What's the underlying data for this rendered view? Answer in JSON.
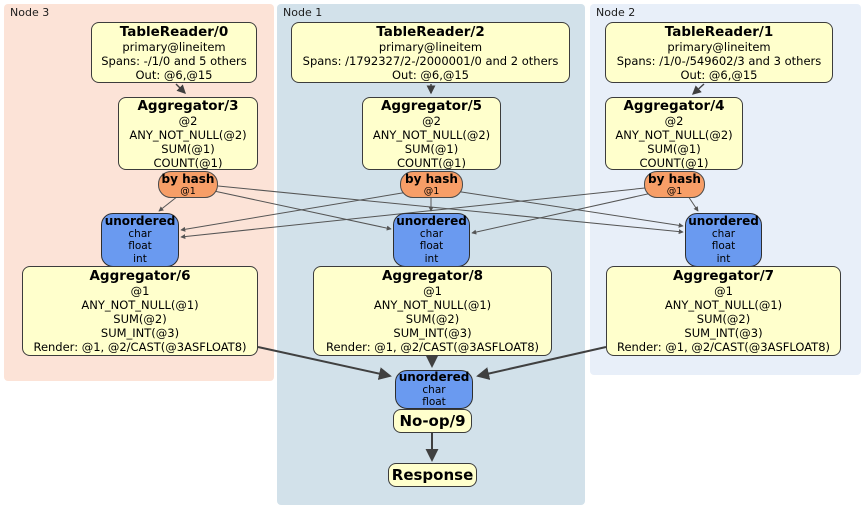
{
  "regions": {
    "node3": {
      "label": "Node 3"
    },
    "node1": {
      "label": "Node 1"
    },
    "node2": {
      "label": "Node 2"
    }
  },
  "processors": {
    "tablereader0": {
      "title": "TableReader/0",
      "line1": "primary@lineitem",
      "line2": "Spans: -/1/0 and 5 others",
      "line3": "Out: @6,@15"
    },
    "tablereader2": {
      "title": "TableReader/2",
      "line1": "primary@lineitem",
      "line2": "Spans: /1792327/2-/2000001/0 and 2 others",
      "line3": "Out: @6,@15"
    },
    "tablereader1": {
      "title": "TableReader/1",
      "line1": "primary@lineitem",
      "line2": "Spans: /1/0-/549602/3 and 3 others",
      "line3": "Out: @6,@15"
    },
    "aggregator3": {
      "title": "Aggregator/3",
      "line1": "@2",
      "line2": "ANY_NOT_NULL(@2)",
      "line3": "SUM(@1)",
      "line4": "COUNT(@1)"
    },
    "aggregator5": {
      "title": "Aggregator/5",
      "line1": "@2",
      "line2": "ANY_NOT_NULL(@2)",
      "line3": "SUM(@1)",
      "line4": "COUNT(@1)"
    },
    "aggregator4": {
      "title": "Aggregator/4",
      "line1": "@2",
      "line2": "ANY_NOT_NULL(@2)",
      "line3": "SUM(@1)",
      "line4": "COUNT(@1)"
    },
    "aggregator6": {
      "title": "Aggregator/6",
      "line1": "@1",
      "line2": "ANY_NOT_NULL(@1)",
      "line3": "SUM(@2)",
      "line4": "SUM_INT(@3)",
      "line5": "Render: @1, @2/CAST(@3ASFLOAT8)"
    },
    "aggregator8": {
      "title": "Aggregator/8",
      "line1": "@1",
      "line2": "ANY_NOT_NULL(@1)",
      "line3": "SUM(@2)",
      "line4": "SUM_INT(@3)",
      "line5": "Render: @1, @2/CAST(@3ASFLOAT8)"
    },
    "aggregator7": {
      "title": "Aggregator/7",
      "line1": "@1",
      "line2": "ANY_NOT_NULL(@1)",
      "line3": "SUM(@2)",
      "line4": "SUM_INT(@3)",
      "line5": "Render: @1, @2/CAST(@3ASFLOAT8)"
    },
    "noop": {
      "title": "No-op/9"
    },
    "response": {
      "title": "Response"
    }
  },
  "routers": {
    "node3": {
      "label": "by hash",
      "detail": "@1"
    },
    "node1": {
      "label": "by hash",
      "detail": "@1"
    },
    "node2": {
      "label": "by hash",
      "detail": "@1"
    }
  },
  "syncs": {
    "node3": {
      "label": "unordered",
      "types": [
        "char",
        "float",
        "int"
      ]
    },
    "node1": {
      "label": "unordered",
      "types": [
        "char",
        "float",
        "int"
      ]
    },
    "node2": {
      "label": "unordered",
      "types": [
        "char",
        "float",
        "int"
      ]
    },
    "final": {
      "label": "unordered",
      "types": [
        "char",
        "float"
      ]
    }
  },
  "colors": {
    "processor_fill": "#ffffcc",
    "router_fill": "#f79e67",
    "sync_fill": "#6a9af0",
    "region_node3": "#fce3d7",
    "region_node1": "#d2e1ea",
    "region_node2": "#e8eff9",
    "edge": "#404040"
  }
}
